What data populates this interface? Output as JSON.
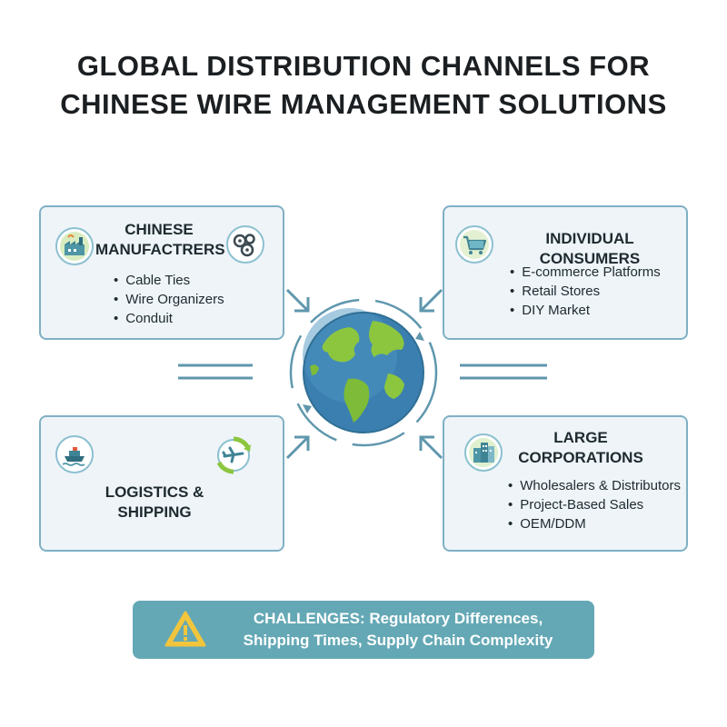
{
  "title": {
    "line1": "GLOBAL DISTRIBUTION CHANNELS FOR",
    "line2": "CHINESE WIRE MANAGEMENT SOLUTIONS"
  },
  "manufacturers": {
    "heading_line1": "CHINESE",
    "heading_line2": "MANUFACTRERS",
    "items": [
      "Cable Ties",
      "Wire Organizers",
      "Conduit"
    ]
  },
  "consumers": {
    "heading": "INDIVIDUAL CONSUMERS",
    "items": [
      "E-commerce Platforms",
      "Retail Stores",
      "DIY Market"
    ]
  },
  "logistics": {
    "heading_line1": "LOGISTICS &",
    "heading_line2": "SHIPPING"
  },
  "corporations": {
    "heading_line1": "LARGE",
    "heading_line2": "CORPORATIONS",
    "items": [
      "Wholesalers & Distributors",
      "Project-Based Sales",
      "OEM/DDM"
    ]
  },
  "challenges": {
    "line1": "CHALLENGES: Regulatory Differences,",
    "line2": "Shipping Times, Supply Chain Complexity"
  },
  "icons": {
    "manufacturers": [
      "factory-icon",
      "gears-icon"
    ],
    "consumers": "shopping-cart-icon",
    "logistics": [
      "ship-icon",
      "airplane-icon"
    ],
    "corporations": "office-building-icon",
    "challenges": "warning-icon",
    "center": "globe-icon"
  },
  "colors": {
    "card_background": "#eef4f8",
    "card_border": "#7fb0c4",
    "connector": "#5f97ad",
    "banner": "#64a8b5",
    "icon_green": "#8cc63f",
    "icon_teal": "#4e96a6",
    "warning_yellow": "#f2c53d"
  }
}
